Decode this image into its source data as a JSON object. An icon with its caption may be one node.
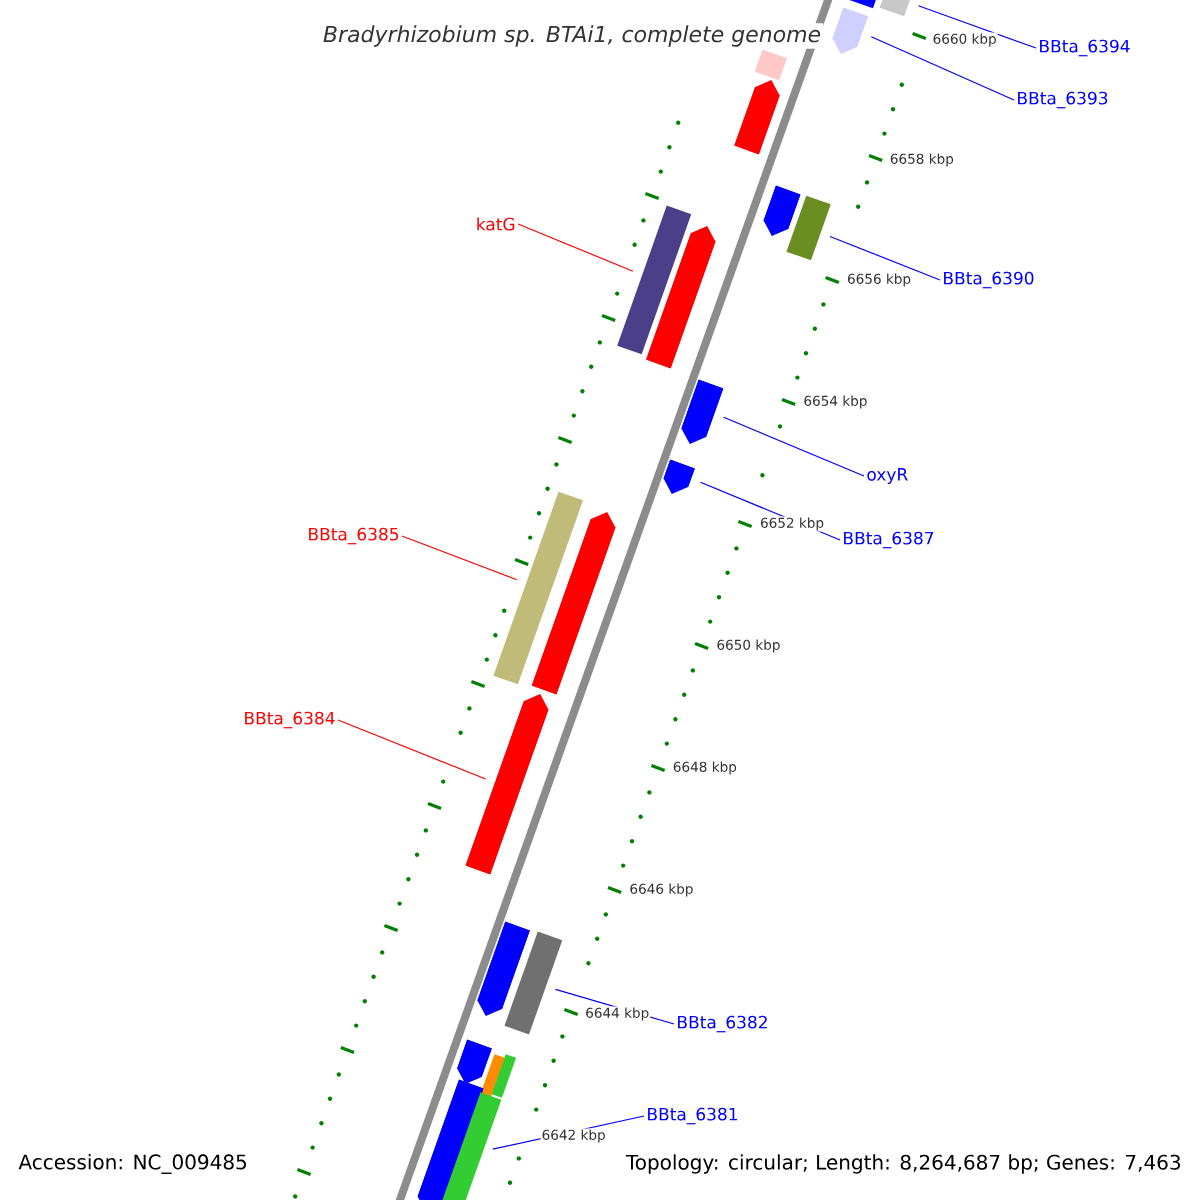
{
  "diagram": {
    "title": "Bradyrhizobium sp. BTAi1, complete genome",
    "nodes": [
      {
        "text": [
          "BBta_6394"
        ]
      },
      {
        "text": [
          "BBta_6393"
        ]
      },
      {
        "text": [
          "BBta_6390"
        ]
      },
      {
        "text": [
          "katG"
        ]
      },
      {
        "text": [
          "oxyR"
        ]
      },
      {
        "text": [
          "BBta_6387"
        ]
      },
      {
        "text": [
          "BBta_6385"
        ]
      },
      {
        "text": [
          "BBta_6384"
        ]
      },
      {
        "text": [
          "BBta_6382"
        ]
      },
      {
        "text": [
          "BBta_6381"
        ]
      },
      {
        "text": [],
        "shape": "bar"
      },
      {
        "text": [],
        "shape": "bar"
      },
      {
        "text": [],
        "shape": "bar"
      },
      {
        "text": [],
        "shape": "bar"
      },
      {
        "text": [],
        "shape": "bar"
      },
      {
        "text": [],
        "shape": "bar"
      },
      {
        "text": [],
        "shape": "bar"
      },
      {
        "text": [],
        "shape": "bar"
      },
      {
        "text": [],
        "shape": "bar"
      },
      {
        "text": [],
        "shape": "bar"
      },
      {
        "text": [],
        "shape": "bar"
      },
      {
        "text": [],
        "shape": "bar"
      },
      {
        "text": [],
        "shape": "bar"
      },
      {
        "text": [],
        "shape": "bar"
      },
      {
        "text": [],
        "shape": "bar"
      },
      {
        "text": [],
        "shape": "bar"
      },
      {
        "text": [],
        "shape": "bar"
      },
      {
        "text": [],
        "shape": "bar"
      },
      {
        "text": [],
        "shape": "bar"
      },
      {
        "text": [],
        "shape": "bar"
      },
      {
        "text": [],
        "shape": "bar"
      }
    ],
    "edges": [
      {
        "from": 0,
        "to": 11,
        "arrow": "none"
      },
      {
        "from": 1,
        "to": 12,
        "arrow": "none"
      },
      {
        "from": 2,
        "to": 16,
        "arrow": "none"
      },
      {
        "from": 3,
        "to": 17,
        "arrow": "none",
        "color": "#ff0000"
      },
      {
        "from": 4,
        "to": 19,
        "arrow": "none"
      },
      {
        "from": 5,
        "to": 20,
        "arrow": "none"
      },
      {
        "from": 6,
        "to": 21,
        "arrow": "none",
        "color": "#ff0000"
      },
      {
        "from": 7,
        "to": 23,
        "arrow": "none",
        "color": "#ff0000"
      },
      {
        "from": 8,
        "to": 25,
        "arrow": "none"
      },
      {
        "from": 9,
        "to": 30,
        "arrow": "none"
      }
    ],
    "labels": [
      "6660 kbp",
      "6658 kbp",
      "6656 kbp",
      "6654 kbp",
      "6652 kbp",
      "6650 kbp",
      "6648 kbp",
      "6646 kbp",
      "6644 kbp",
      "6642 kbp",
      "Accession: NC_009485",
      "Topology: circular; Length: 8,264,687 bp; Genes: 7,463"
    ]
  }
}
